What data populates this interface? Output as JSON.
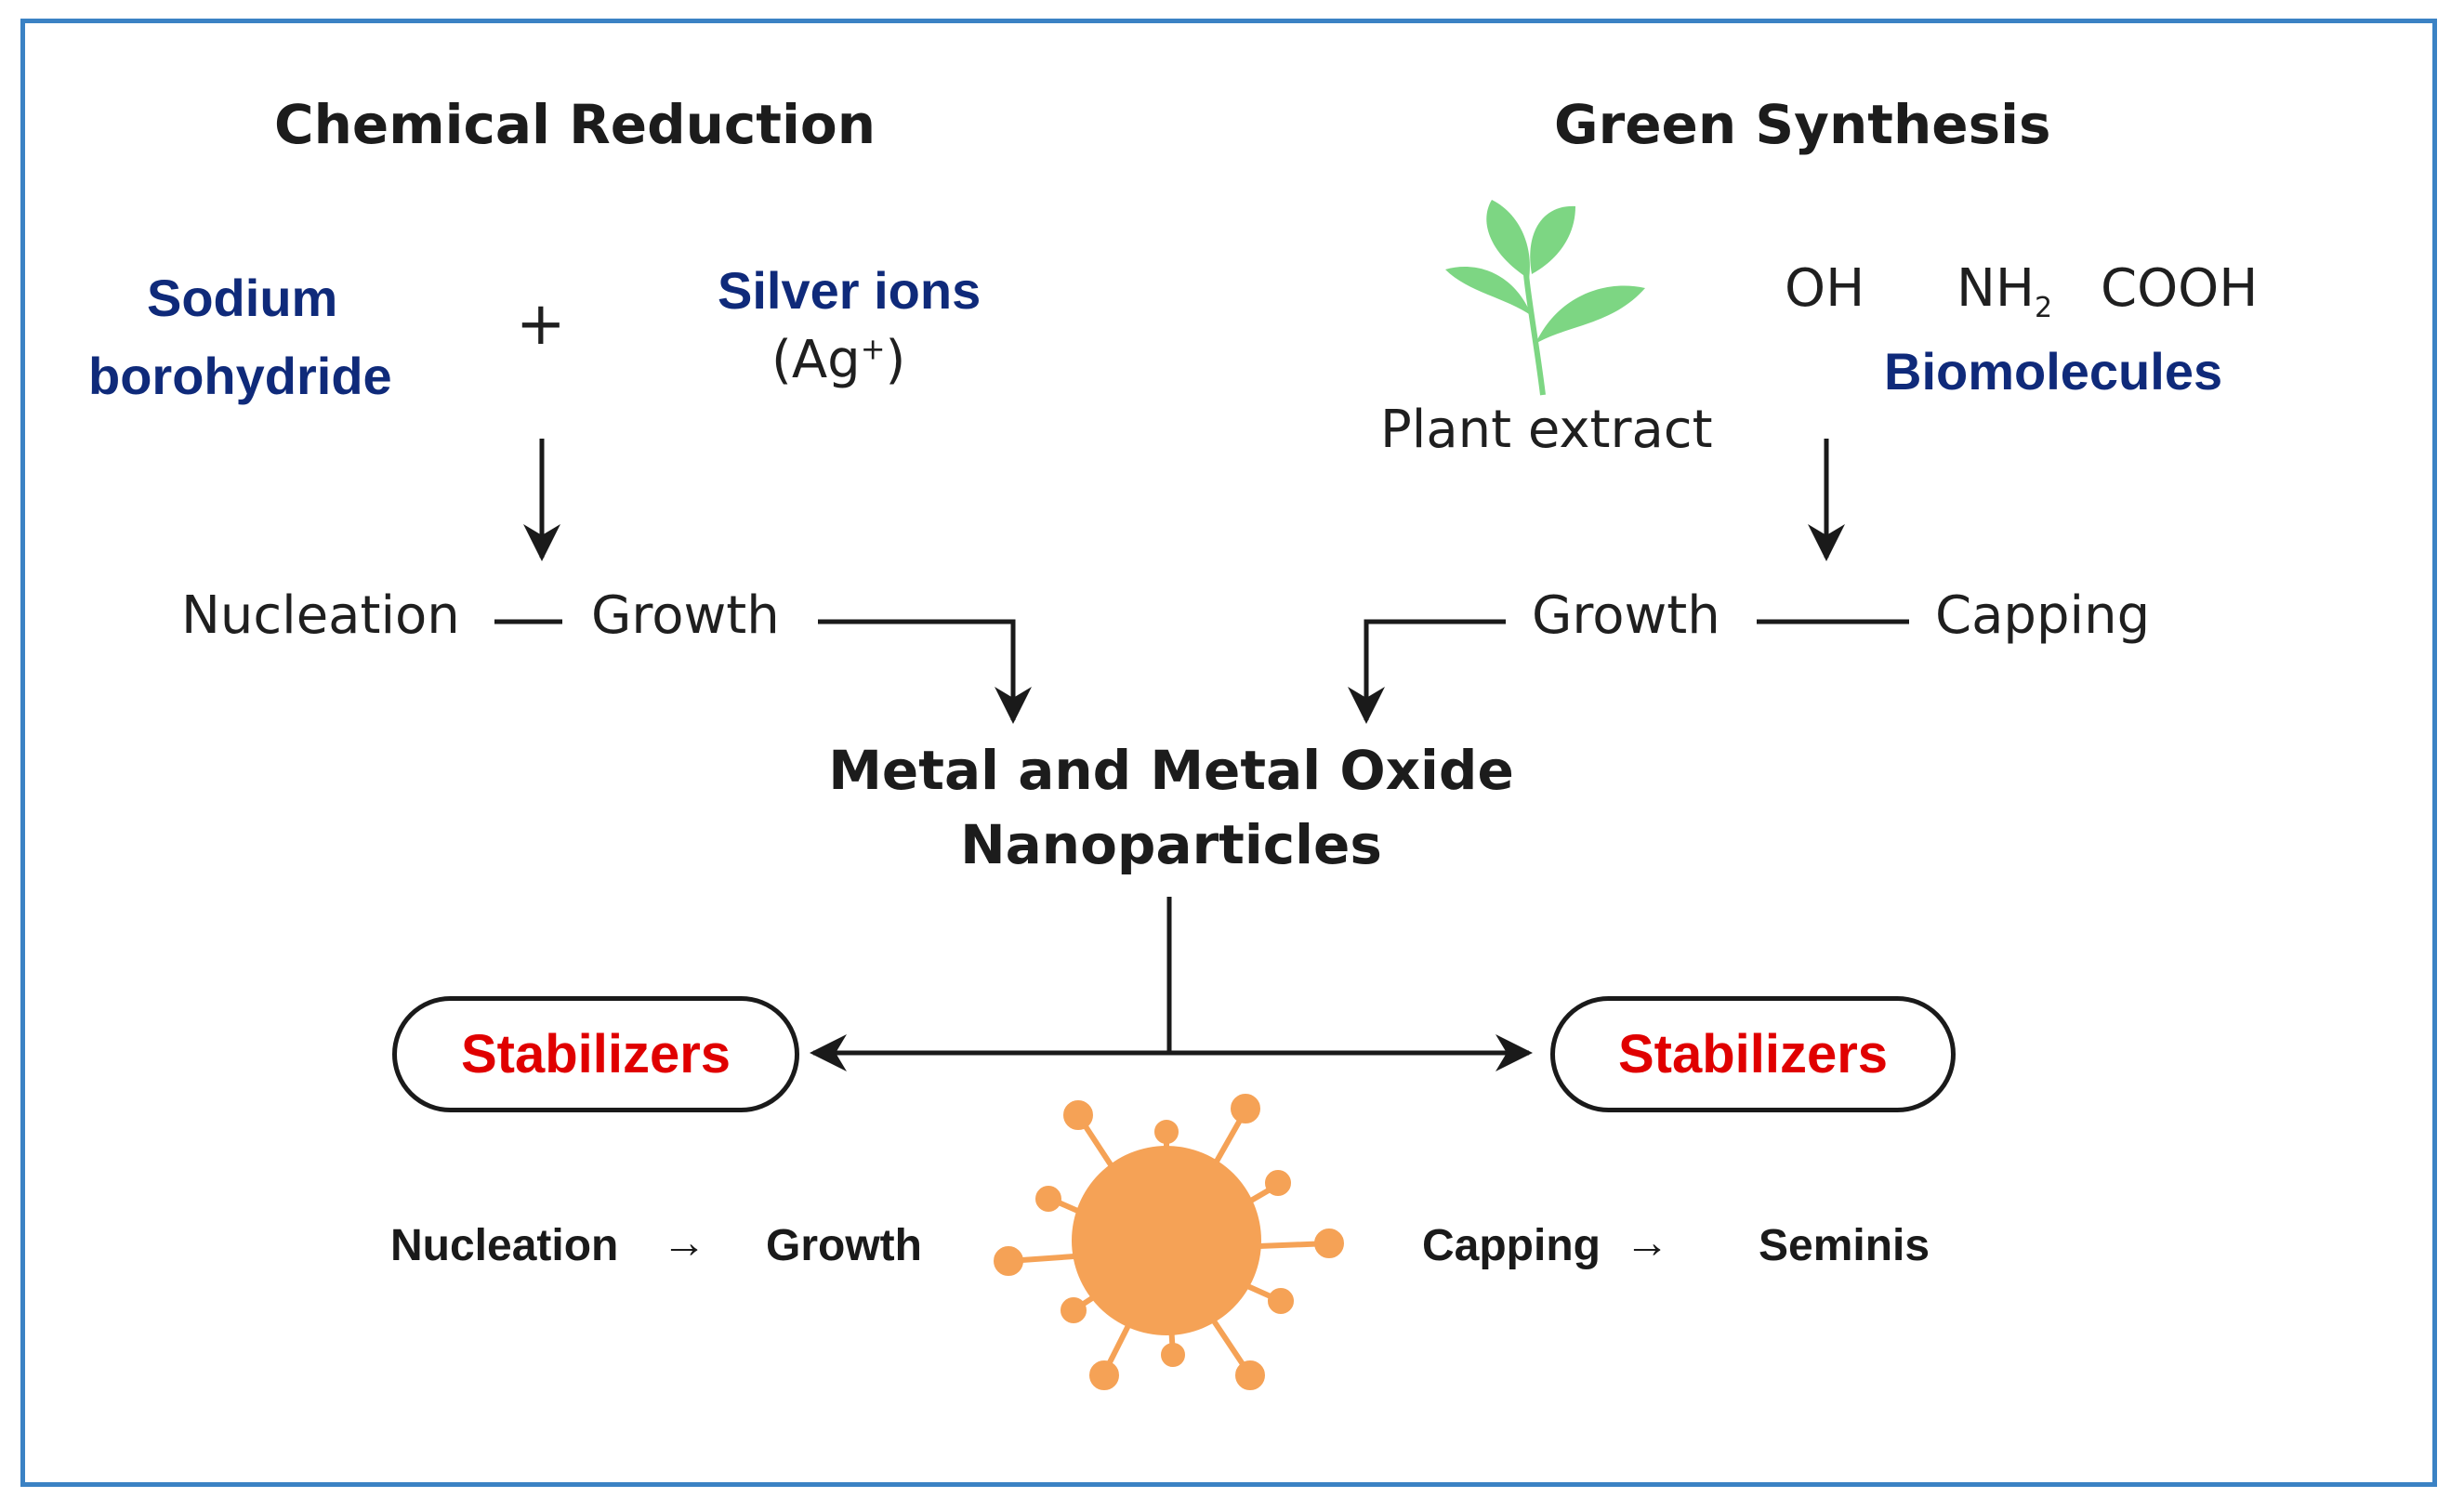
{
  "left": {
    "heading": "Chemical Reduction",
    "reagent_line1": "Sodium",
    "reagent_line2": "borohydride",
    "plus": "+",
    "ions": "Silver ions",
    "ions_formula_open": "(Ag",
    "ions_formula_sup": "+",
    "ions_formula_close": ")",
    "nucleation": "Nucleation",
    "growth": "Growth"
  },
  "right": {
    "heading": "Green Synthesis",
    "plant_label": "Plant extract",
    "group_oh": "OH",
    "group_nh": "NH",
    "group_nh_sub": "2",
    "group_cooh": "COOH",
    "biomolecules": "Biomolecules",
    "growth": "Growth",
    "capping": "Capping"
  },
  "center": {
    "product_line1": "Metal and Metal Oxide",
    "product_line2": "Nanoparticles"
  },
  "stabilizers": {
    "left_label": "Stabilizers",
    "right_label": "Stabilizers"
  },
  "bottom": {
    "nucleation": "Nucleation",
    "arrow1": "→",
    "growth": "Growth",
    "capping": "Capping",
    "arrow2": "→",
    "seminis": "Seminis"
  },
  "colors": {
    "frame": "#3b82c4",
    "navy_text": "#0f2a7a",
    "red_text": "#e00000",
    "nanoparticle": "#f5a256",
    "leaf": "#7dd683"
  },
  "icons": {
    "plant": "plant-sprout-icon",
    "nanoparticle": "nanoparticle-icon"
  }
}
